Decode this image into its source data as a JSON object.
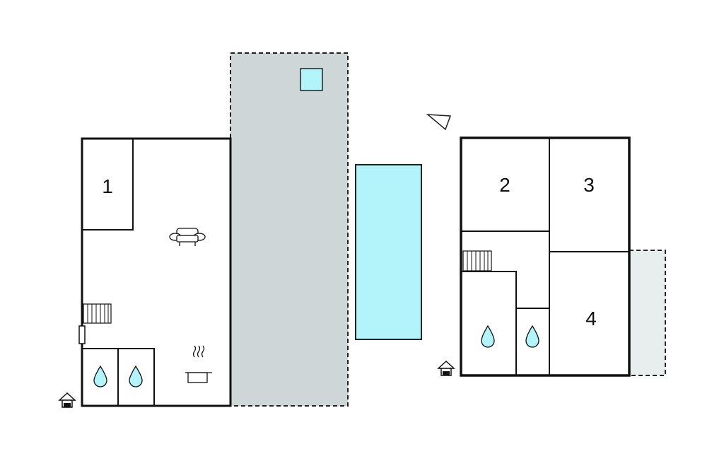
{
  "rooms": [
    {
      "id": "room-1",
      "label": "1"
    },
    {
      "id": "room-2",
      "label": "2"
    },
    {
      "id": "room-3",
      "label": "3"
    },
    {
      "id": "room-4",
      "label": "4"
    }
  ],
  "colors": {
    "wall": "#111111",
    "terrace": "#cfd6d8",
    "terrace_light": "#e8eeee",
    "pool": "#b3f3fa",
    "water_drop": "#b3f3fa"
  },
  "icons": [
    "sofa-icon",
    "kitchen-pot-icon",
    "water-drop-icon",
    "stairs-icon",
    "entrance-icon",
    "north-arrow-icon",
    "skylight-icon"
  ]
}
